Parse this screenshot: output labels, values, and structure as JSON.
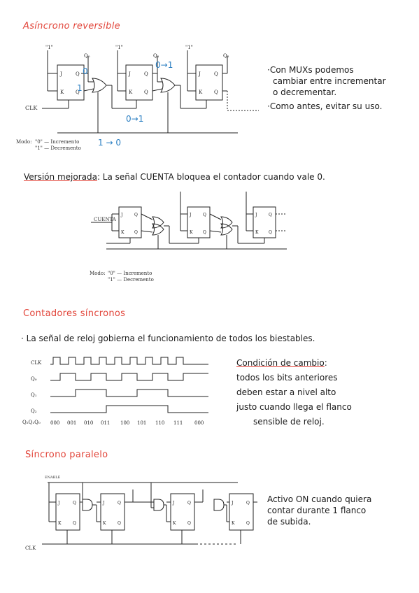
{
  "sections": {
    "async": {
      "title": "Asíncrono reversible",
      "notes": [
        "·Con MUXs podemos",
        "cambiar entre incrementar",
        "o decrementar.",
        "·Como antes, evitar su uso."
      ],
      "clk_label": "CLK",
      "modo_label": "Modo:",
      "modo_0": "\"0\" — Incremento",
      "modo_1": "\"1\" — Decremento",
      "ann_0": "0",
      "ann_1": "1",
      "ann_01_top": "0→1",
      "ann_01_bottom": "0→1",
      "ann_10": "1 → 0"
    },
    "improved": {
      "title": "Versión mejorada",
      "text": ": La señal CUENTA bloquea el contador cuando vale 0.",
      "cuenta_label": "CUENTA",
      "modo_label": "Modo:",
      "modo_0": "\"0\" — Incremento",
      "modo_1": "\"1\" — Decremento"
    },
    "sync": {
      "title": "Contadores síncronos",
      "bullet": "· La señal de reloj gobierna el funcionamiento de todos los biestables.",
      "signals": [
        "CLK",
        "Q₀",
        "Q₁",
        "Q₂"
      ],
      "state_label": "Q₂Q₁Q₀",
      "states": [
        "000",
        "001",
        "010",
        "011",
        "100",
        "101",
        "110",
        "111",
        "000"
      ],
      "cond_title": "Condición de cambio",
      "cond_lines": [
        "todos los bits anteriores",
        "deben estar a nivel alto",
        "justo cuando llega el flanco",
        "sensible de reloj."
      ]
    },
    "parallel": {
      "title": "Síncrono paralelo",
      "enable_label": "ENABLE",
      "clk_label": "CLK",
      "notes": [
        "Activo ON cuando quiera",
        "contar durante 1 flanco",
        "de subida."
      ]
    }
  }
}
